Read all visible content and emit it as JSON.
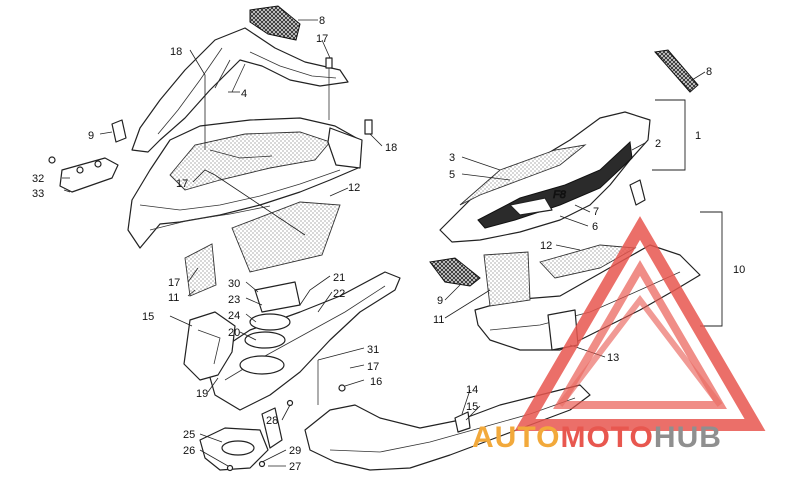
{
  "diagram": {
    "callouts": {
      "n8a": "8",
      "n17a": "17",
      "n18a": "18",
      "n4": "4",
      "n9a": "9",
      "n18b": "18",
      "n32": "32",
      "n33": "33",
      "n17b": "17",
      "n12a": "12",
      "n17c": "17",
      "n11a": "11",
      "n30": "30",
      "n23": "23",
      "n24": "24",
      "n21": "21",
      "n22": "22",
      "n15a": "15",
      "n20": "20",
      "n31": "31",
      "n17d": "17",
      "n16": "16",
      "n19": "19",
      "n28": "28",
      "n25": "25",
      "n26": "26",
      "n29": "29",
      "n27": "27",
      "n8b": "8",
      "n1": "1",
      "n2": "2",
      "n3": "3",
      "n5": "5",
      "n7": "7",
      "n6": "6",
      "n10": "10",
      "n12b": "12",
      "n9b": "9",
      "n11b": "11",
      "n13": "13",
      "n14": "14",
      "n15b": "15"
    }
  },
  "watermark": {
    "brand_part1": "AUTO",
    "brand_part2": "MOTO",
    "brand_part3": "HUB",
    "color_orange": "#f2a93b",
    "color_red": "#e8574f",
    "color_grey": "#8f8f8f"
  }
}
